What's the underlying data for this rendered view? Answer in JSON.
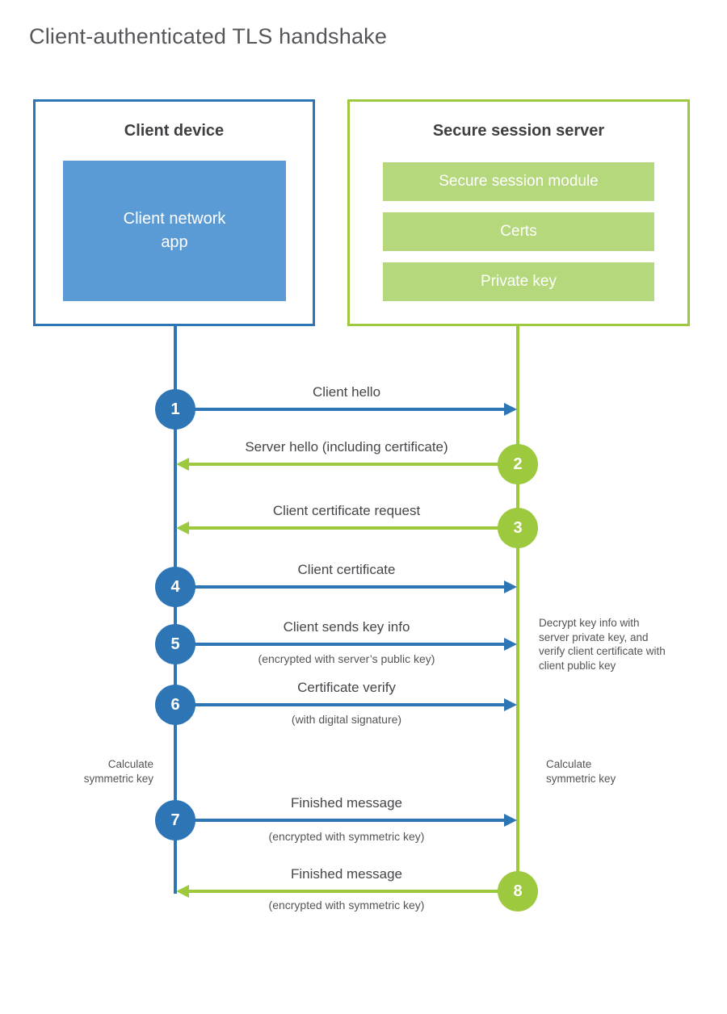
{
  "title": "Client-authenticated TLS handshake",
  "colors": {
    "blue": "#2e75b6",
    "blue_fill": "#5b9bd5",
    "green": "#9cc93d",
    "green_fill": "#b4d87b"
  },
  "client_box": {
    "title": "Client device",
    "app_label": "Client network\napp"
  },
  "server_box": {
    "title": "Secure session server",
    "modules": [
      {
        "label": "Secure session module"
      },
      {
        "label": "Certs"
      },
      {
        "label": "Private key"
      }
    ]
  },
  "steps": [
    {
      "number": "1",
      "actor": "client",
      "direction": "right",
      "label": "Client hello",
      "sublabel": ""
    },
    {
      "number": "2",
      "actor": "server",
      "direction": "left",
      "label": "Server hello (including certificate)",
      "sublabel": ""
    },
    {
      "number": "3",
      "actor": "server",
      "direction": "left",
      "label": "Client certificate request",
      "sublabel": ""
    },
    {
      "number": "4",
      "actor": "client",
      "direction": "right",
      "label": "Client certificate",
      "sublabel": ""
    },
    {
      "number": "5",
      "actor": "client",
      "direction": "right",
      "label": "Client sends key info",
      "sublabel": "(encrypted with server’s public key)"
    },
    {
      "number": "6",
      "actor": "client",
      "direction": "right",
      "label": "Certificate verify",
      "sublabel": "(with digital signature)"
    },
    {
      "number": "7",
      "actor": "client",
      "direction": "right",
      "label": "Finished message",
      "sublabel": "(encrypted with symmetric key)"
    },
    {
      "number": "8",
      "actor": "server",
      "direction": "left",
      "label": "Finished message",
      "sublabel": "(encrypted with symmetric key)"
    }
  ],
  "annotations": {
    "decrypt_note": "Decrypt key info with server private key, and verify client certificate with client public key",
    "calc_left": "Calculate symmetric key",
    "calc_right": "Calculate symmetric key"
  }
}
